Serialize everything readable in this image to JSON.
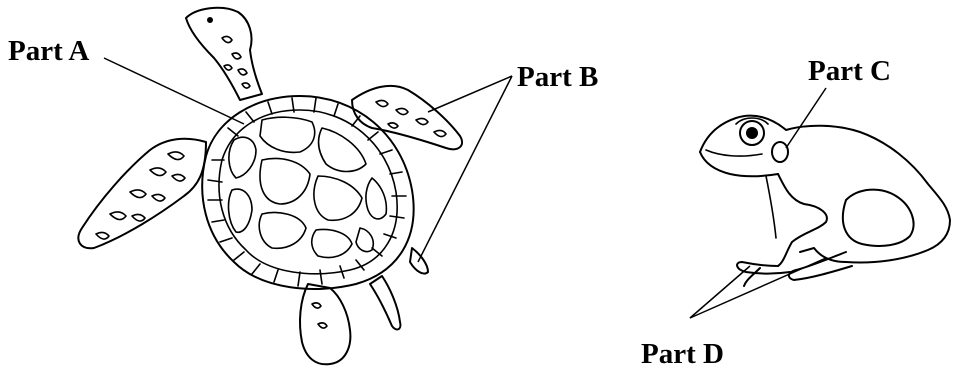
{
  "labels": {
    "part_a": "Part A",
    "part_b": "Part B",
    "part_c": "Part C",
    "part_d": "Part D"
  },
  "figures": {
    "left": "sea-turtle-drawing",
    "right": "frog-drawing"
  },
  "colors": {
    "ink": "#000000",
    "background": "#ffffff"
  }
}
